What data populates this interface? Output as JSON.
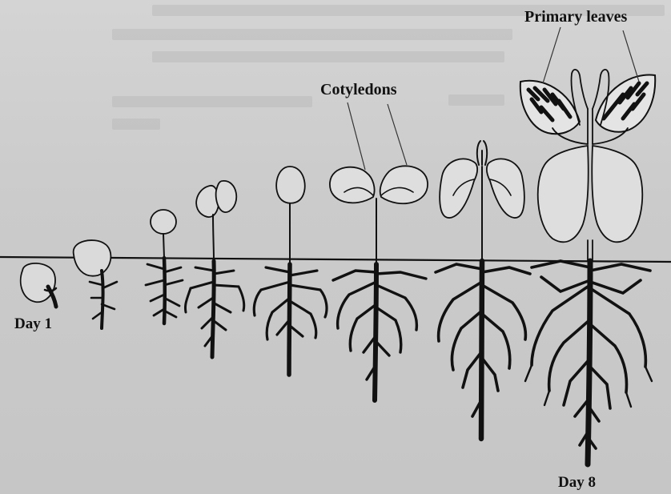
{
  "labels": {
    "day_start": "Day 1",
    "day_end": "Day 8",
    "cotyledons": "Cotyledons",
    "primary_leaves": "Primary leaves"
  },
  "colors": {
    "ink": "#111111",
    "paper": "#cbcbcb",
    "cotyledon_fill": "#e2e2e2"
  }
}
